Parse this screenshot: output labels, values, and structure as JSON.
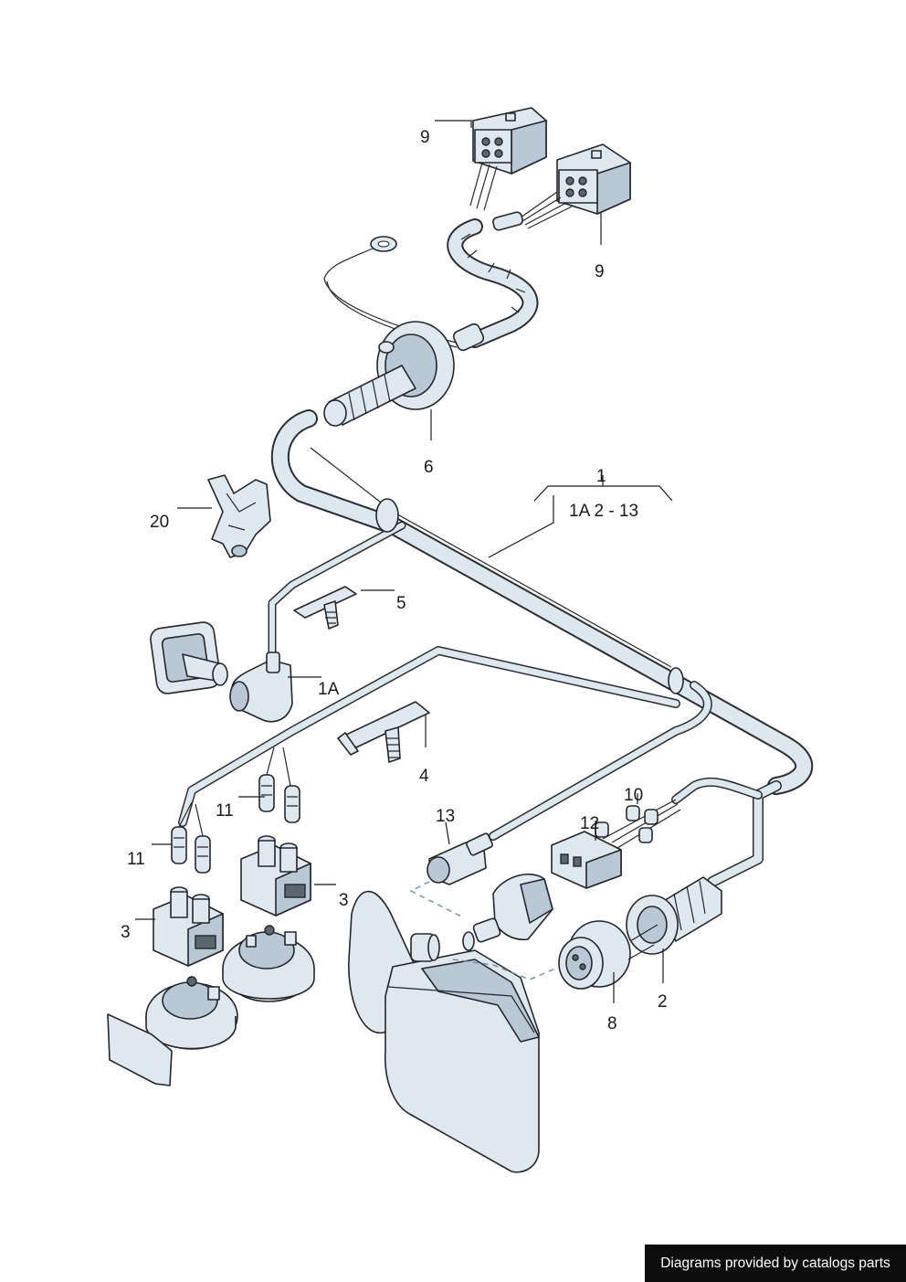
{
  "labels": {
    "label_9_top": "9",
    "label_9_right": "9",
    "label_6": "6",
    "label_1": "1",
    "label_range": "1A 2 - 13",
    "label_20": "20",
    "label_5": "5",
    "label_1A": "1A",
    "label_4": "4",
    "label_11_right": "11",
    "label_11_left": "11",
    "label_10": "10",
    "label_13": "13",
    "label_12": "12",
    "label_3_right": "3",
    "label_3_left": "3",
    "label_2": "2",
    "label_8": "8"
  },
  "footer": {
    "text": "Diagrams provided by catalogs parts"
  },
  "colors": {
    "part_fill": "#dfe8ef",
    "outline": "#23272b",
    "dashed_link": "#6f8fa6",
    "footer_bg": "#0d0d0d"
  }
}
